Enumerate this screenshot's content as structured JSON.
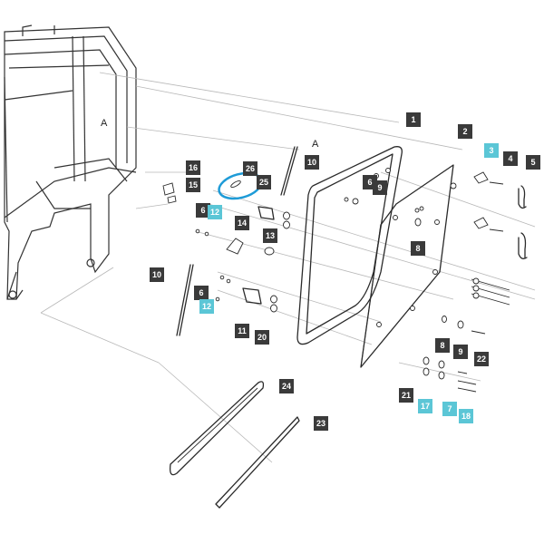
{
  "diagram": {
    "callout_letters": [
      "A",
      "A"
    ],
    "part_labels": [
      {
        "id": "l1",
        "text": "1",
        "style": "dark"
      },
      {
        "id": "l2",
        "text": "2",
        "style": "dark"
      },
      {
        "id": "l3",
        "text": "3",
        "style": "blue"
      },
      {
        "id": "l4",
        "text": "4",
        "style": "dark"
      },
      {
        "id": "l5",
        "text": "5",
        "style": "dark"
      },
      {
        "id": "l6a",
        "text": "6",
        "style": "dark"
      },
      {
        "id": "l6b",
        "text": "6",
        "style": "dark"
      },
      {
        "id": "l6c",
        "text": "6",
        "style": "dark"
      },
      {
        "id": "l7",
        "text": "7",
        "style": "blue"
      },
      {
        "id": "l8a",
        "text": "8",
        "style": "dark"
      },
      {
        "id": "l8b",
        "text": "8",
        "style": "dark"
      },
      {
        "id": "l9a",
        "text": "9",
        "style": "dark"
      },
      {
        "id": "l9b",
        "text": "9",
        "style": "dark"
      },
      {
        "id": "l10a",
        "text": "10",
        "style": "dark"
      },
      {
        "id": "l10b",
        "text": "10",
        "style": "dark"
      },
      {
        "id": "l11",
        "text": "11",
        "style": "dark"
      },
      {
        "id": "l12a",
        "text": "12",
        "style": "blue"
      },
      {
        "id": "l12b",
        "text": "12",
        "style": "blue"
      },
      {
        "id": "l13",
        "text": "13",
        "style": "dark"
      },
      {
        "id": "l14",
        "text": "14",
        "style": "dark"
      },
      {
        "id": "l15",
        "text": "15",
        "style": "dark"
      },
      {
        "id": "l16",
        "text": "16",
        "style": "dark"
      },
      {
        "id": "l17",
        "text": "17",
        "style": "blue"
      },
      {
        "id": "l18",
        "text": "18",
        "style": "blue"
      },
      {
        "id": "l20",
        "text": "20",
        "style": "dark"
      },
      {
        "id": "l21",
        "text": "21",
        "style": "dark"
      },
      {
        "id": "l22",
        "text": "22",
        "style": "dark"
      },
      {
        "id": "l23",
        "text": "23",
        "style": "dark"
      },
      {
        "id": "l24",
        "text": "24",
        "style": "dark"
      },
      {
        "id": "l25",
        "text": "25",
        "style": "dark"
      },
      {
        "id": "l26",
        "text": "26",
        "style": "dark"
      }
    ],
    "colors": {
      "label_dark": "#3a3a3a",
      "label_highlight": "#5bc6d6",
      "highlight_ring": "#1e9bd7"
    }
  }
}
